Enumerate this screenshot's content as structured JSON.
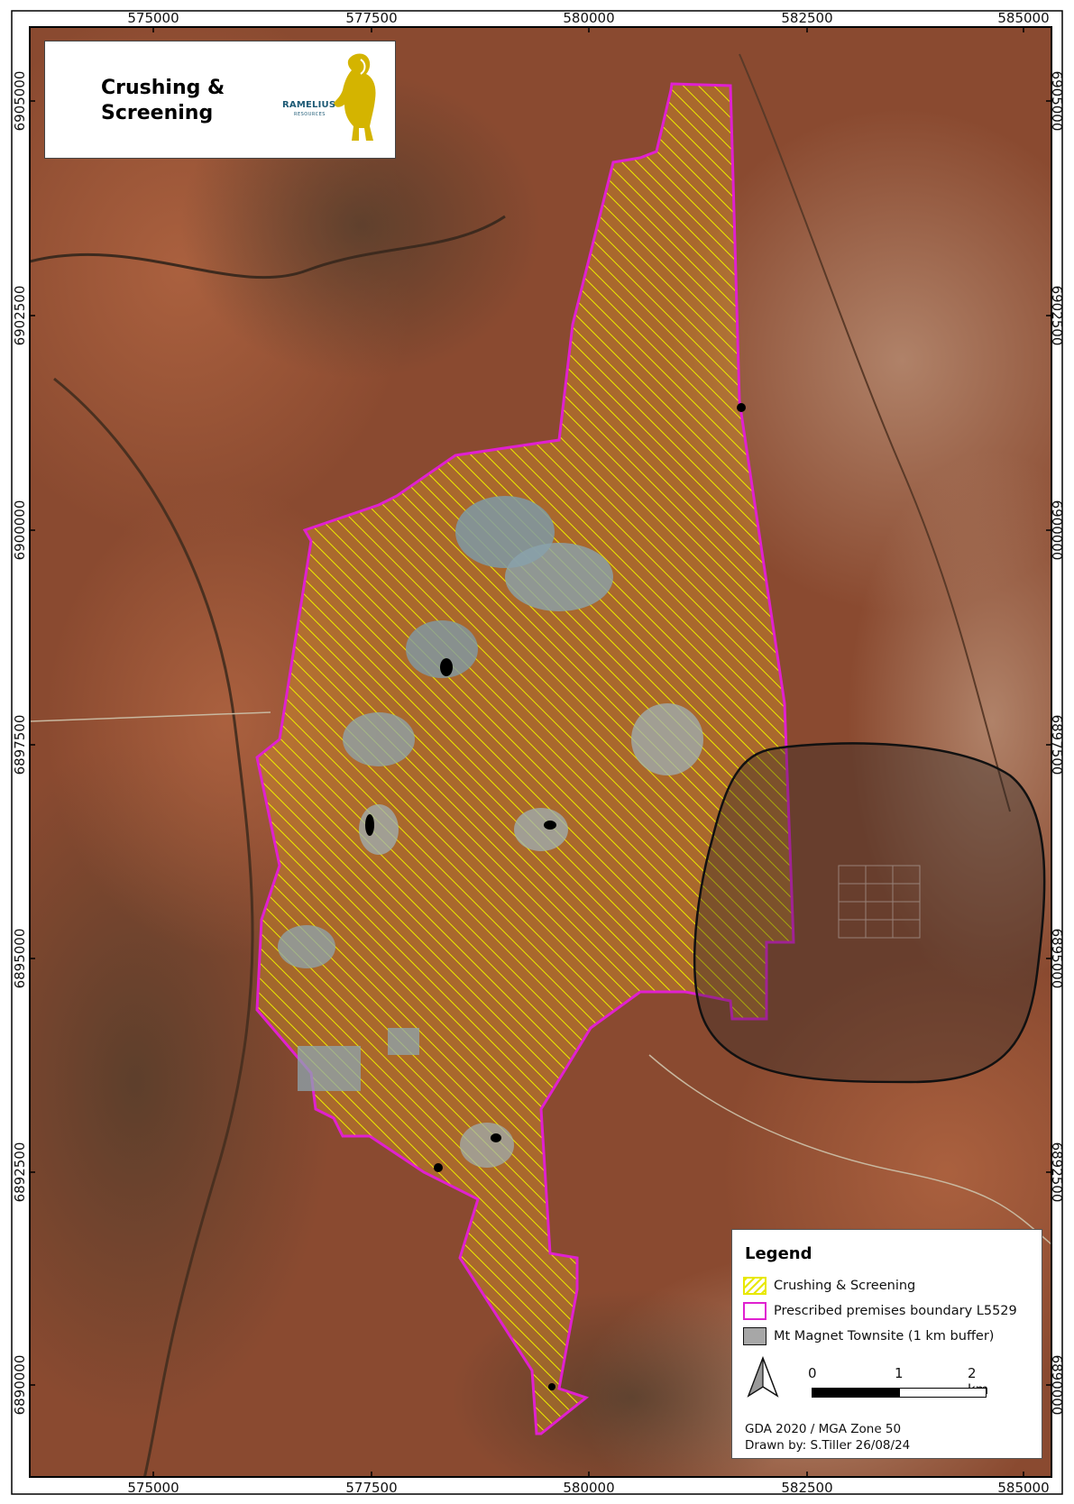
{
  "title_box": {
    "title_line1": "Crushing &",
    "title_line2": "Screening",
    "logo_name": "RAMELIUS",
    "logo_sub": "RESOURCES"
  },
  "grid": {
    "easting_labels": [
      "575000",
      "577500",
      "580000",
      "582500",
      "585000"
    ],
    "northing_labels": [
      "6905000",
      "6902500",
      "6900000",
      "6897500",
      "6895000",
      "6892500",
      "6890000"
    ]
  },
  "legend": {
    "title": "Legend",
    "items": [
      {
        "label": "Crushing & Screening",
        "color": "#e8e800"
      },
      {
        "label": "Prescribed premises boundary L5529",
        "color": "#e020d0"
      },
      {
        "label": "Mt Magnet Townsite (1 km buffer)",
        "color": "#111111"
      }
    ],
    "scale_labels": [
      "0",
      "1",
      "2 km"
    ],
    "crs": "GDA 2020 / MGA Zone 50",
    "drawn_by": "Drawn by: S.Tiller 26/08/24"
  },
  "colors": {
    "terrain_red": "#8a4a30",
    "terrain_dark": "#5a3a26",
    "hatch": "#e8e800",
    "boundary": "#e020d0",
    "buffer": "#111111"
  }
}
